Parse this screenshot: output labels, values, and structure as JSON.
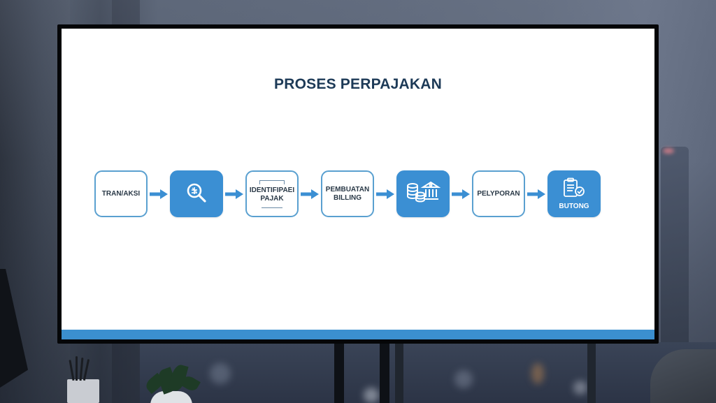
{
  "slide": {
    "title": "PROSES PERPAJAKAN",
    "accent_color": "#3b8fd3",
    "outline_color": "#5aa0d0",
    "title_color": "#1d3a57",
    "bottom_bar_color": "#3b8fcf"
  },
  "flow": {
    "steps": [
      {
        "label": "TRAN/AKSI",
        "style": "outline",
        "icon": null
      },
      {
        "label": "",
        "style": "filled",
        "icon": "magnifier-icon"
      },
      {
        "label_line1": "IDENTIFIPAEI",
        "label_line2": "PAJAK",
        "style": "outline",
        "icon": "document-lines-icon"
      },
      {
        "label_line1": "PEMBUATAN",
        "label_line2": "BILLING",
        "style": "outline",
        "icon": null
      },
      {
        "label": "",
        "style": "filled",
        "icon": "coins-bank-icon"
      },
      {
        "label": "PELYPORAN",
        "style": "outline",
        "icon": null
      },
      {
        "label": "BUTONG",
        "style": "filled",
        "icon": "clipboard-check-icon"
      }
    ],
    "connector_icon": "arrow-right-icon"
  }
}
